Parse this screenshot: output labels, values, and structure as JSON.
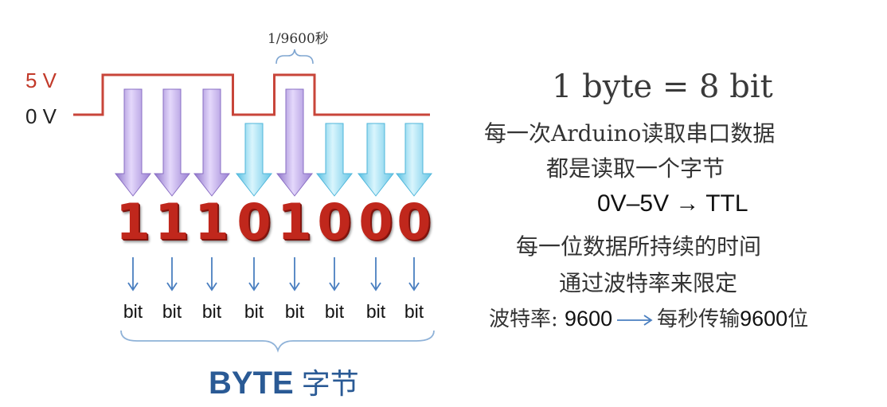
{
  "voltage": {
    "high": "5 V",
    "low": "0 V"
  },
  "period_label": "1/9600秒",
  "bits": [
    {
      "value": "1",
      "level": "high"
    },
    {
      "value": "1",
      "level": "high"
    },
    {
      "value": "1",
      "level": "high"
    },
    {
      "value": "0",
      "level": "low"
    },
    {
      "value": "1",
      "level": "high"
    },
    {
      "value": "0",
      "level": "low"
    },
    {
      "value": "0",
      "level": "low"
    },
    {
      "value": "0",
      "level": "low"
    }
  ],
  "bit_label": "bit",
  "byte_label": {
    "en": "BYTE",
    "cn": "字节"
  },
  "notes": {
    "equation": "1 byte = 8 bit",
    "line2": "每一次Arduino读取串口数据",
    "line3": "都是读取一个字节",
    "ttl": "0V–5V → TTL",
    "line5": "每一位数据所持续的时间",
    "line6": "通过波特率来限定",
    "baud_prefix": "波特率: ",
    "baud_value": "9600",
    "baud_result_prefix": "每秒传输",
    "baud_result_value": "9600",
    "baud_result_suffix": "位"
  },
  "colors": {
    "signal": "#c8453a",
    "high_arrow": "#b79ee3",
    "low_arrow": "#8fd8f0",
    "digit": "#c0271c",
    "byte_text": "#2a5a95",
    "thin_arrow": "#4a7fc0"
  }
}
